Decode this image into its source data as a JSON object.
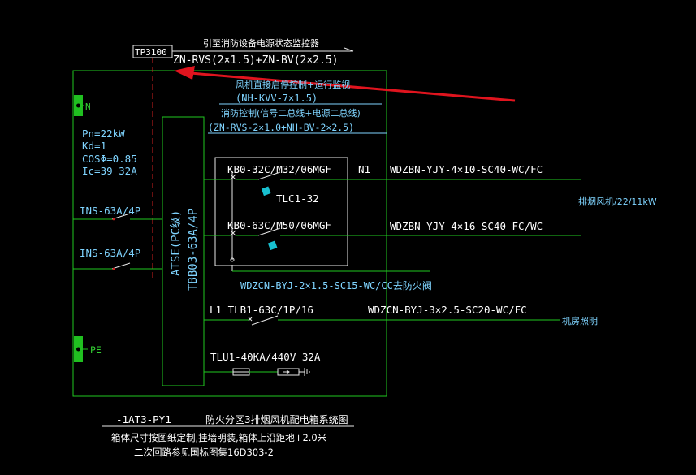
{
  "colors": {
    "background": "#000000",
    "wire": "#20c820",
    "text_white": "#ffffff",
    "text_cyan": "#7fd4ff",
    "text_green": "#33d033",
    "red_dashed": "#d02020",
    "arrow": "#e0141e",
    "contact_cyan": "#18c0d0",
    "ground_green": "#20c020",
    "box_white": "#e8e8e8"
  },
  "labels": {
    "tp_tag": "TP3100",
    "cable_note_top": "引至消防设备电源状态监控器",
    "cable_top": "ZN-RVS(2×1.5)+ZN-BV(2×2.5)",
    "fan_control_note": "风机直接启停控制+运行监视",
    "fan_control_cable": "(NH-KVV-7×1.5)",
    "fire_control_note": "消防控制(信号二总线+电源二总线)",
    "fire_control_cable": "(ZN-RVS-2×1.0+NH-BV-2×2.5)",
    "n_label": "N",
    "pn": "Pn=22kW",
    "kd": "Kd=1",
    "cos": "COSΦ=0.85",
    "ic": "Ic=39 32A",
    "ins1": "INS-63A/4P",
    "ins2": "INS-63A/4P",
    "atse_label": "ATSE(PC级)",
    "tbb_label": "TBB03-63A/4P",
    "pe_label": "PE",
    "kb1": "KB0-32C/M32/06MGF",
    "n1": "N1",
    "tlc": "TLC1-32",
    "kb2": "KB0-63C/M50/06MGF",
    "cable1": "WDZBN-YJY-4×10-SC40-WC/FC",
    "cable2": "WDZBN-YJY-4×16-SC40-FC/WC",
    "fan_load": "排烟风机/22/11kW",
    "fire_valve_cable": "WDZCN-BYJ-2×1.5-SC15-WC/CC去防火阀",
    "l1_breaker": "L1 TLB1-63C/1P/16",
    "lighting_cable": "WDZCN-BYJ-3×2.5-SC20-WC/FC",
    "lighting_load": "机房照明",
    "spd": "TLU1-40KA/440V 32A",
    "box_id": "-1AT3-PY1",
    "box_title": "防火分区3排烟风机配电箱系统图",
    "box_note1": "箱体尺寸按图纸定制,挂墙明装,箱体上沿距地+2.0米",
    "box_note2": "二次回路参见国标图集16D303-2"
  }
}
